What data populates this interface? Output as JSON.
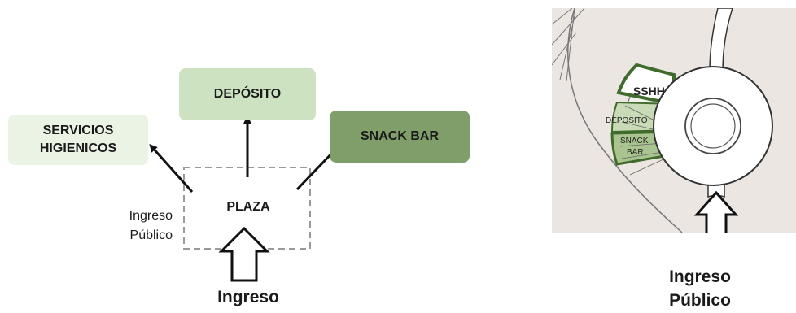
{
  "diagram": {
    "nodes": {
      "servicios": "SERVICIOS\nHIGIENICOS",
      "deposito": "DEPÓSITO",
      "snack_bar": "SNACK BAR",
      "plaza": "PLAZA"
    },
    "side_label": "Ingreso\nPúblico",
    "bottom_label": "Ingreso",
    "colors": {
      "servicios_fill": "#eaf3e4",
      "deposito_fill": "#cde2c0",
      "snack_fill": "#7f9e6a",
      "plaza_border": "#9a9a9a"
    }
  },
  "plan": {
    "labels": {
      "sshh": "SSHH",
      "deposito": "DEPOSITO",
      "snack": "SNACK",
      "bar": "BAR"
    },
    "entrance_label": "Ingreso\nPúblico",
    "colors": {
      "background": "#ebe6e1",
      "dark_green": "#3f6b2c",
      "light_green": "#c8dbb6"
    }
  }
}
